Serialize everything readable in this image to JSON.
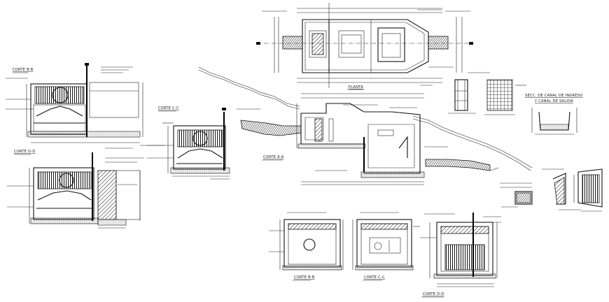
{
  "labels": {
    "corte_bb": "CORTE B-B",
    "corte_dd": "CORTE D-D",
    "corte_cc": "CORTE C-C",
    "corte_aa": "CORTE A-A",
    "planta": "PLANTA",
    "secc_title_1": "SECC. DE CANAL DE INGRESO",
    "secc_title_2": "Y CANAL DE SALIDA",
    "corte_bb_2": "CORTE B-B",
    "corte_cc_2": "CORTE C-C",
    "corte_dd_2": "CORTE D-D"
  }
}
